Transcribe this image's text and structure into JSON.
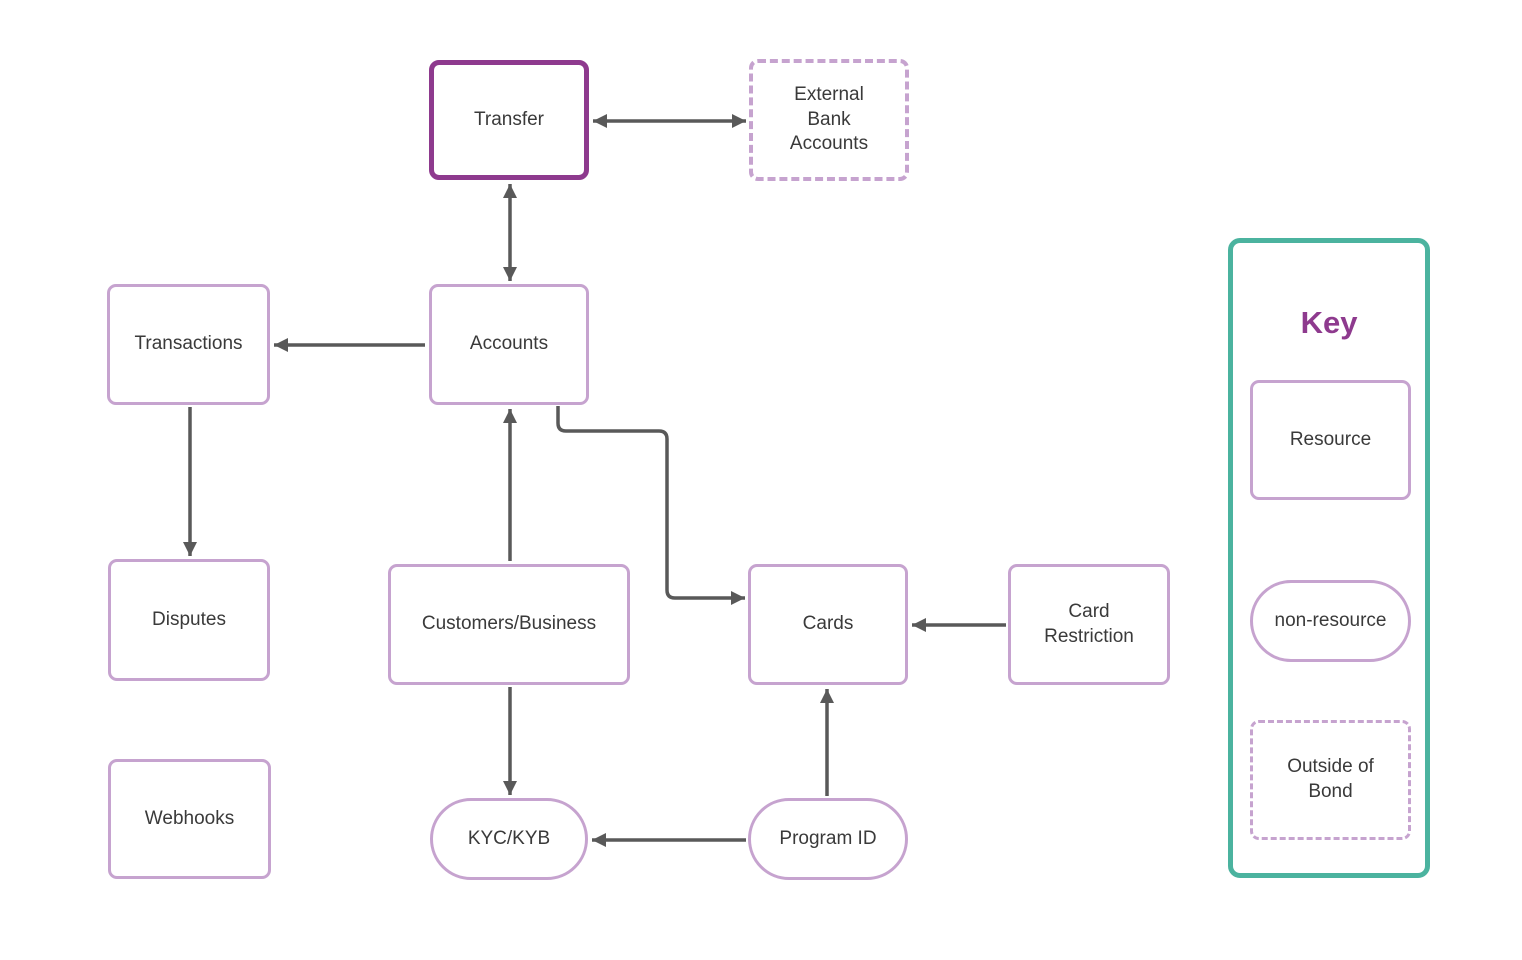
{
  "palette": {
    "resource_border": "#C6A3CF",
    "primary_border": "#8E3A8E",
    "key_border": "#4BB39F",
    "key_title_color": "#8E3A8E",
    "connector_color": "#595959",
    "text_color": "#3A3A3A",
    "background": "#ffffff"
  },
  "diagram": {
    "nodes": {
      "transfer": {
        "label": "Transfer",
        "shape": "resource-highlighted"
      },
      "external_bank_accounts": {
        "label": "External Bank Accounts",
        "shape": "outside-of-bond"
      },
      "transactions": {
        "label": "Transactions",
        "shape": "resource"
      },
      "accounts": {
        "label": "Accounts",
        "shape": "resource"
      },
      "disputes": {
        "label": "Disputes",
        "shape": "resource"
      },
      "webhooks": {
        "label": "Webhooks",
        "shape": "resource"
      },
      "customers_business": {
        "label": "Customers/Business",
        "shape": "resource"
      },
      "cards": {
        "label": "Cards",
        "shape": "resource"
      },
      "card_restriction": {
        "label": "Card Restriction",
        "shape": "resource"
      },
      "kyc_kyb": {
        "label": "KYC/KYB",
        "shape": "non-resource"
      },
      "program_id": {
        "label": "Program ID",
        "shape": "non-resource"
      }
    },
    "edges": [
      {
        "from": "transfer",
        "to": "external_bank_accounts",
        "direction": "bidirectional"
      },
      {
        "from": "transfer",
        "to": "accounts",
        "direction": "bidirectional"
      },
      {
        "from": "accounts",
        "to": "transactions",
        "direction": "one-way"
      },
      {
        "from": "transactions",
        "to": "disputes",
        "direction": "one-way"
      },
      {
        "from": "customers_business",
        "to": "accounts",
        "direction": "one-way"
      },
      {
        "from": "accounts",
        "to": "cards",
        "direction": "one-way",
        "routing": "elbow"
      },
      {
        "from": "card_restriction",
        "to": "cards",
        "direction": "one-way"
      },
      {
        "from": "program_id",
        "to": "cards",
        "direction": "one-way"
      },
      {
        "from": "program_id",
        "to": "kyc_kyb",
        "direction": "one-way"
      },
      {
        "from": "customers_business",
        "to": "kyc_kyb",
        "direction": "one-way"
      }
    ]
  },
  "key": {
    "title": "Key",
    "items": [
      {
        "label": "Resource",
        "style": "resource"
      },
      {
        "label": "non-resource",
        "style": "non-resource"
      },
      {
        "label": "Outside of Bond",
        "style": "outside-of-bond"
      }
    ]
  }
}
